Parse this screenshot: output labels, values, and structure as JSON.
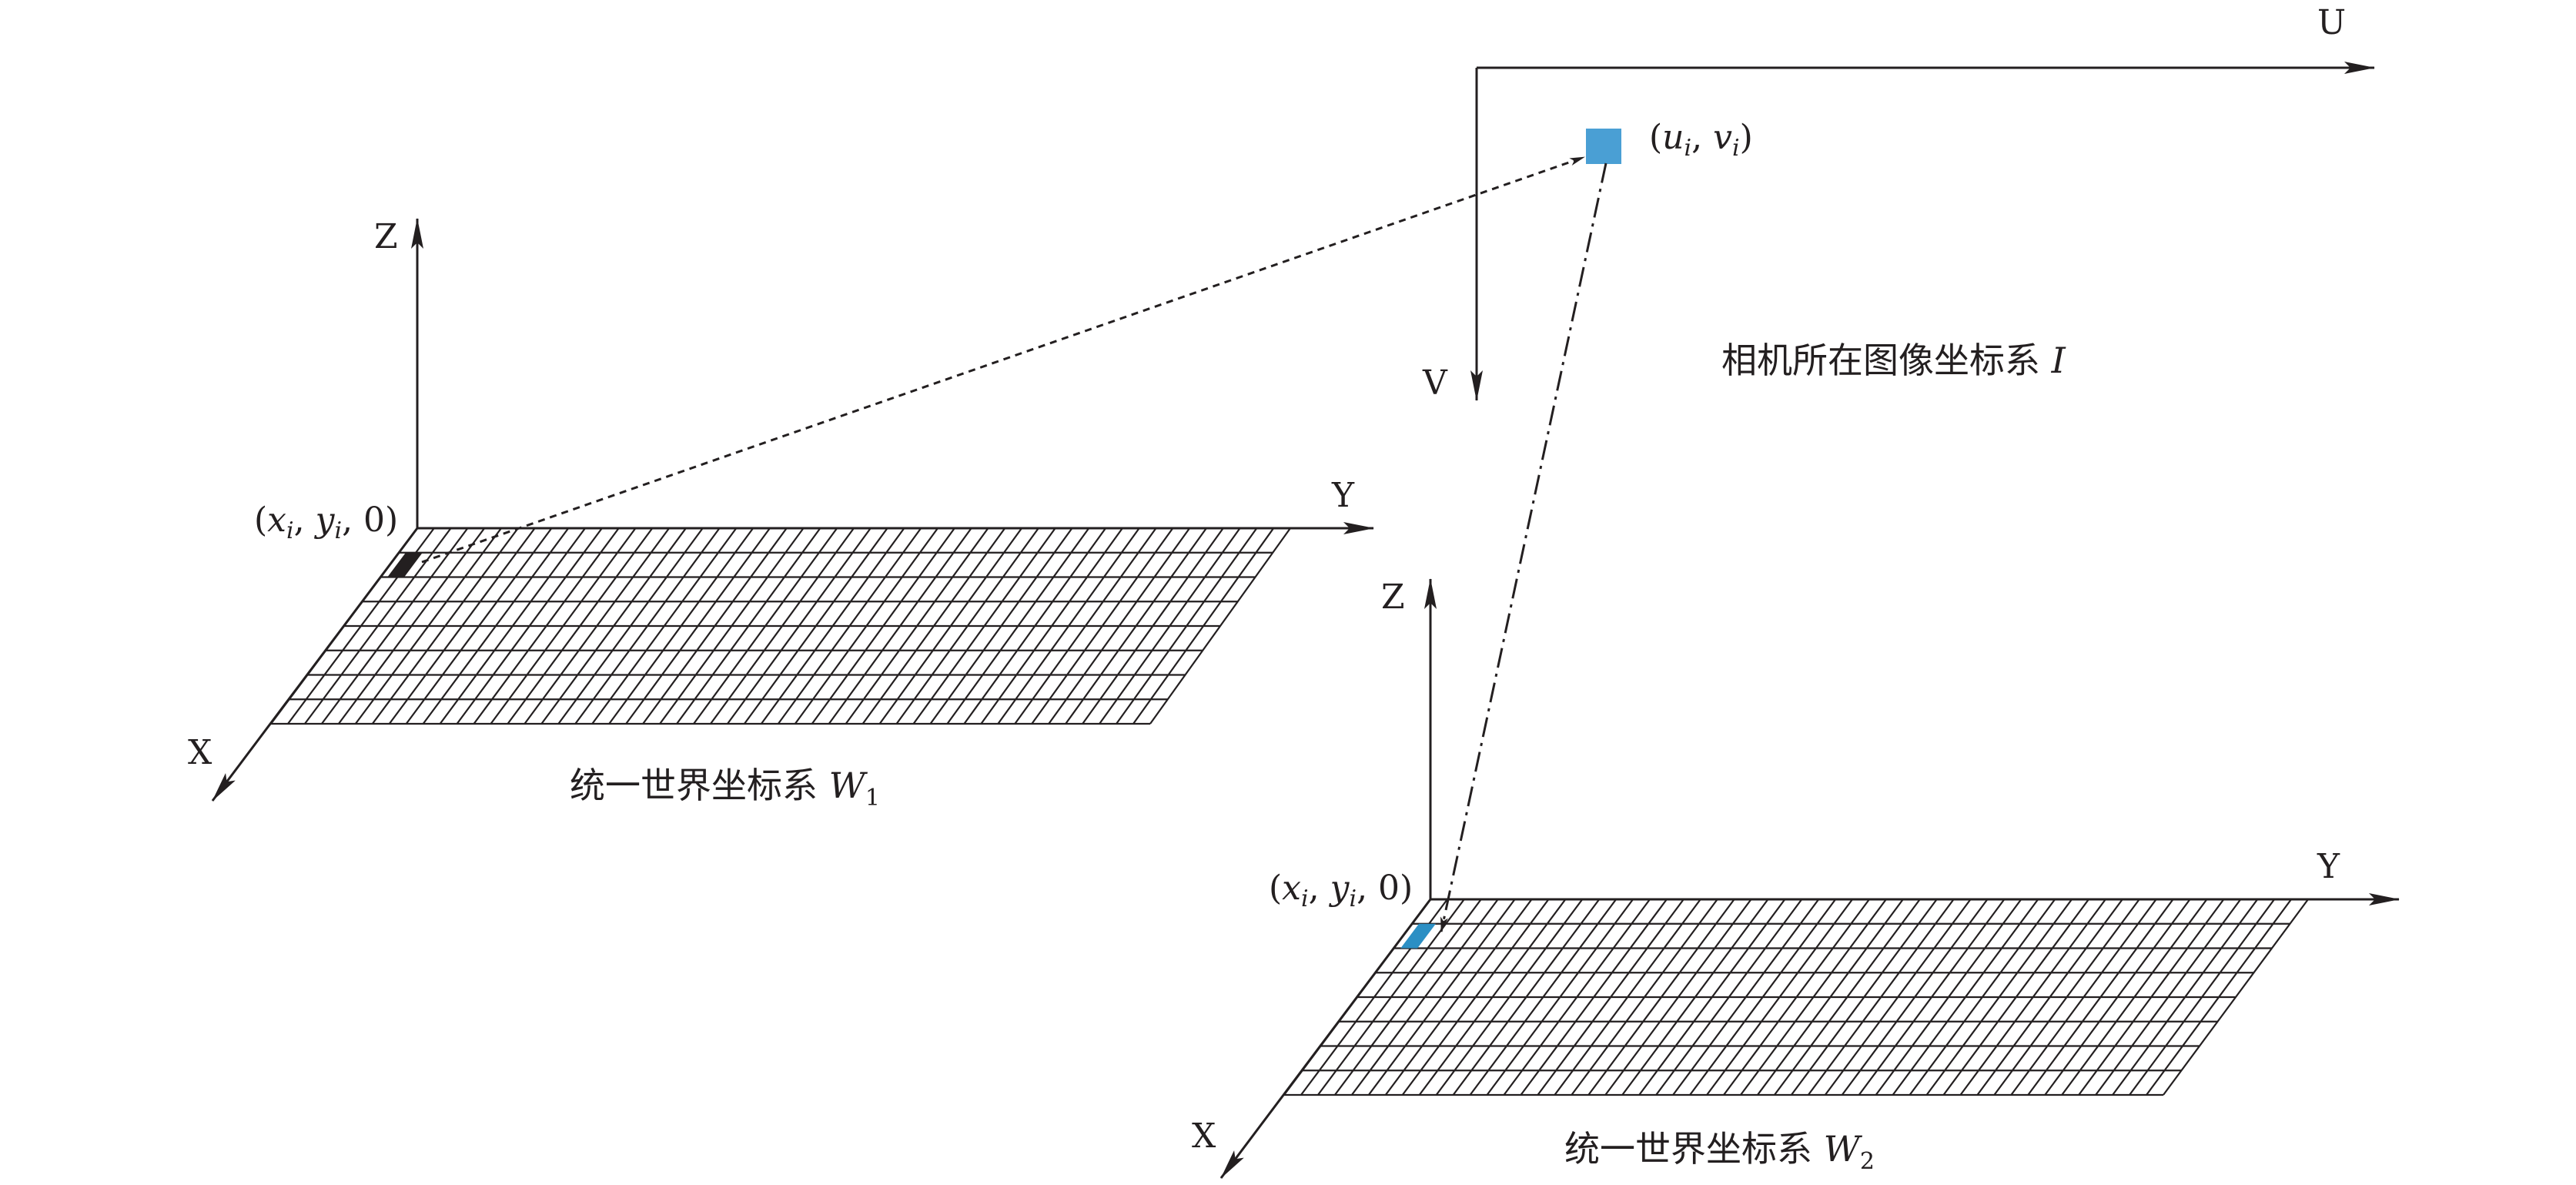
{
  "image_plane": {
    "axis_u_label": "U",
    "axis_v_label": "V",
    "point_label": {
      "open": "(",
      "u": "u",
      "sub_u": "i",
      "sep": ", ",
      "v": "v",
      "sub_v": "i",
      "close": ")"
    },
    "caption": {
      "text": "相机所在图像坐标系 ",
      "symbol": "I"
    },
    "point_color": "#4a9fd4"
  },
  "world_1": {
    "axis_x_label": "X",
    "axis_y_label": "Y",
    "axis_z_label": "Z",
    "point_label": {
      "open": "(",
      "x": "x",
      "sub_x": "i",
      "sep1": ", ",
      "y": "y",
      "sub_y": "i",
      "sep2": ", ",
      "z": "0",
      "close": ")"
    },
    "caption": {
      "text": "统一世界坐标系 ",
      "symbol": "W",
      "subscript": "1"
    },
    "cell_color": "#231f20"
  },
  "world_2": {
    "axis_x_label": "X",
    "axis_y_label": "Y",
    "axis_z_label": "Z",
    "point_label": {
      "open": "(",
      "x": "x",
      "sub_x": "i",
      "sep1": ", ",
      "y": "y",
      "sub_y": "i",
      "sep2": ", ",
      "z": "0",
      "close": ")"
    },
    "caption": {
      "text": "统一世界坐标系 ",
      "symbol": "W",
      "subscript": "2"
    },
    "cell_color": "#2b8fc4"
  }
}
